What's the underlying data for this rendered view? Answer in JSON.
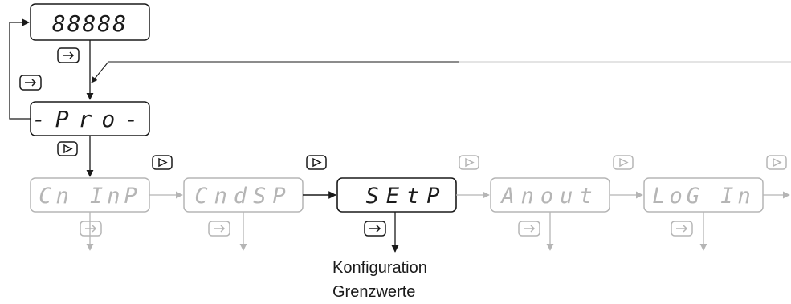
{
  "displays": {
    "top": "88888",
    "pro": "-Pro-",
    "cninp": "Cn InP",
    "cndsp": "CndSP",
    "setp": "SEtP",
    "anout": "Anout",
    "login": "LoG In"
  },
  "buttons": {
    "enter": "enter-key-icon",
    "next": "next-key-icon"
  },
  "colors": {
    "active": "#1a1a1a",
    "inactive": "#b5b5b5"
  },
  "caption": {
    "line1": "Konfiguration",
    "line2": "Grenzwerte"
  }
}
